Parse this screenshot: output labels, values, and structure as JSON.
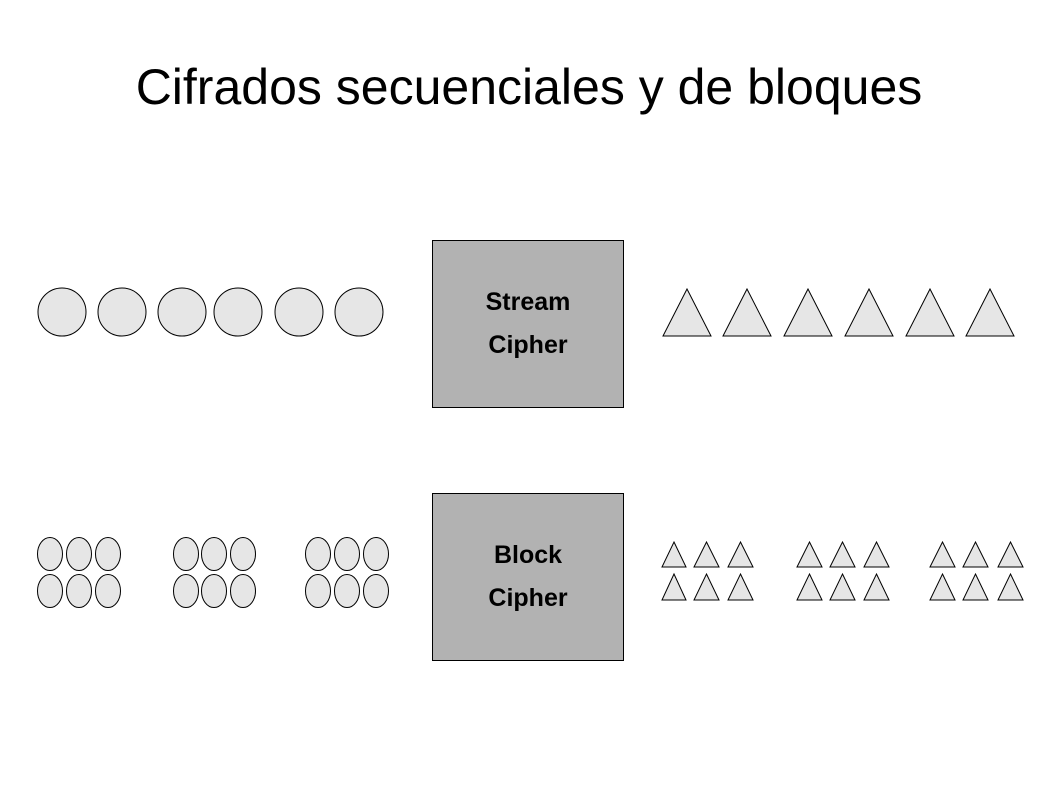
{
  "slide": {
    "title": "Cifrados secuenciales y de bloques"
  },
  "stream_cipher": {
    "line1": "Stream",
    "line2": "Cipher"
  },
  "block_cipher": {
    "line1": "Block",
    "line2": "Cipher"
  },
  "colors": {
    "box_fill": "#b2b2b2",
    "shape_fill": "#e6e6e6",
    "stroke": "#000000"
  },
  "icons": {
    "input_symbol": "circle-icon",
    "output_symbol": "triangle-icon"
  }
}
